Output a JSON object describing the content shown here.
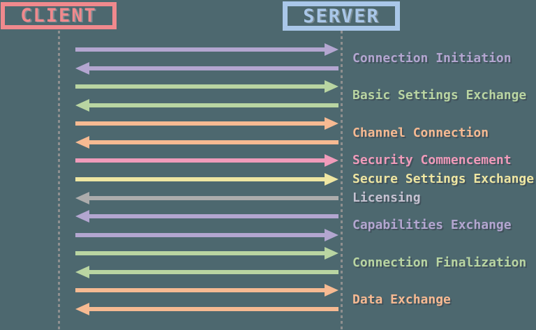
{
  "colors": {
    "background": "#4d686f",
    "lifeline": "#8f8f8f"
  },
  "actors": [
    {
      "name": "CLIENT",
      "color": "#f0898d"
    },
    {
      "name": "SERVER",
      "color": "#a9c7e9"
    }
  ],
  "phases": [
    {
      "label": "Connection Initiation",
      "color": "#b3a6d0",
      "arrows": [
        "right",
        "left"
      ]
    },
    {
      "label": "Basic Settings Exchange",
      "color": "#b9d5a2",
      "arrows": [
        "right",
        "left"
      ]
    },
    {
      "label": "Channel Connection",
      "color": "#f6ba92",
      "arrows": [
        "right",
        "left"
      ]
    },
    {
      "label": "Security Commencement",
      "color": "#f09bba",
      "arrows": [
        "right"
      ]
    },
    {
      "label": "Secure Settings Exchange",
      "color": "#eee6a2",
      "arrows": [
        "right"
      ]
    },
    {
      "label": "Licensing",
      "color": "#c5c2d1",
      "arrow_color": "#acacac",
      "arrows": [
        "left"
      ]
    },
    {
      "label": "Capabilities Exchange",
      "color": "#b3a6d0",
      "arrows": [
        "left",
        "right"
      ]
    },
    {
      "label": "Connection Finalization",
      "color": "#b9d5a2",
      "arrows": [
        "right",
        "left"
      ]
    },
    {
      "label": "Data Exchange",
      "color": "#f6ba92",
      "arrows": [
        "right",
        "left"
      ]
    }
  ]
}
